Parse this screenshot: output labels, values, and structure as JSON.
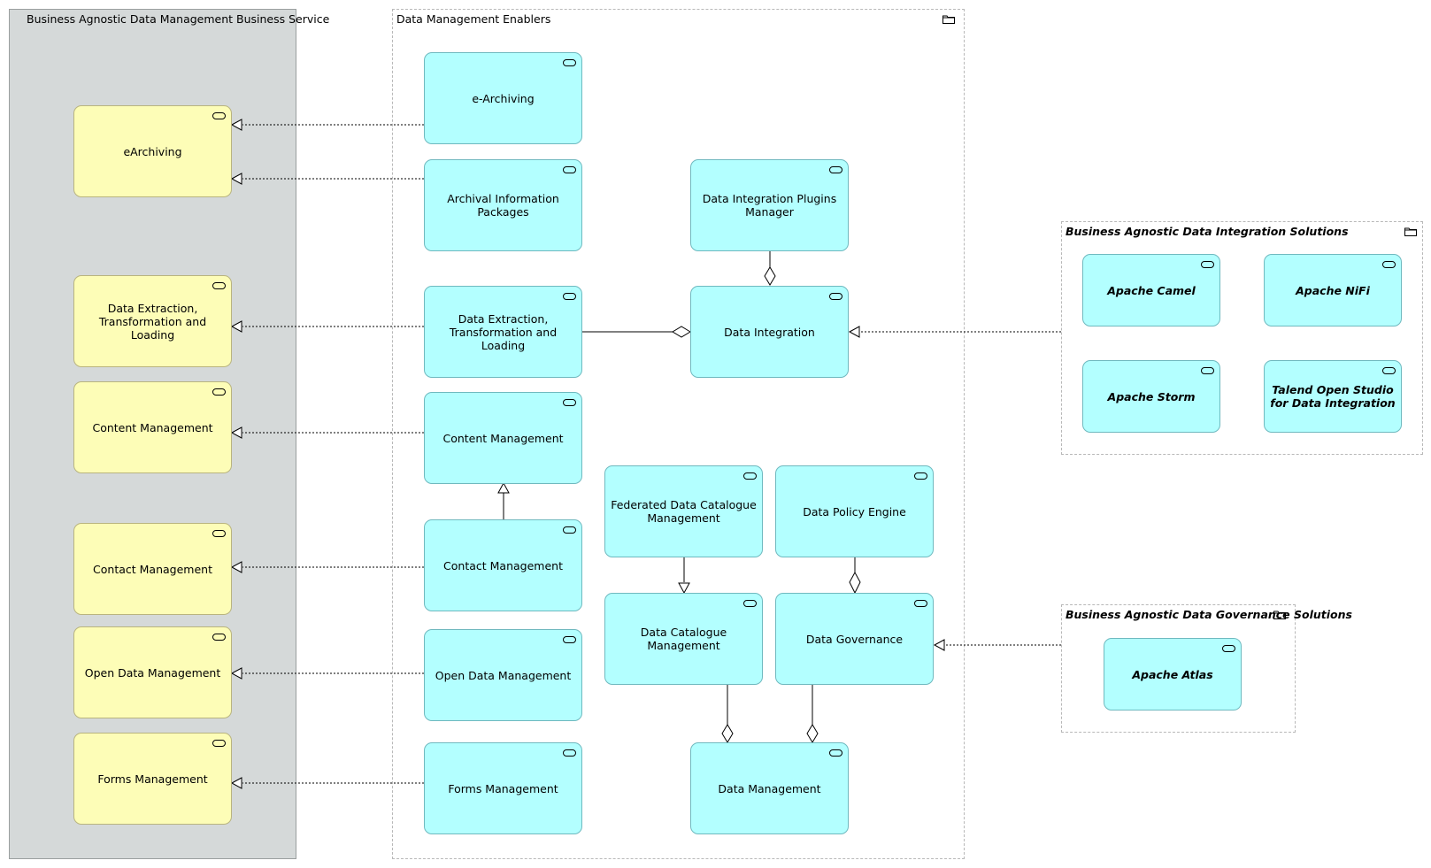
{
  "groups": {
    "business_service": "Business Agnostic Data Management Business Service",
    "enablers": "Data Management Enablers",
    "integration_solutions": "Business Agnostic Data Integration Solutions",
    "governance_solutions": "Business Agnostic Data Governance Solutions"
  },
  "business_services": {
    "earchiving": "eArchiving",
    "etl": "Data Extraction, Transformation and Loading",
    "content": "Content Management",
    "contact": "Contact Management",
    "open_data": "Open Data Management",
    "forms": "Forms Management"
  },
  "enablers": {
    "e_archiving": "e-Archiving",
    "archival_packages": "Archival Information Packages",
    "plugins_manager": "Data Integration Plugins Manager",
    "etl": "Data Extraction, Transformation and Loading",
    "data_integration": "Data Integration",
    "content": "Content Management",
    "federated_catalogue": "Federated Data Catalogue Management",
    "policy_engine": "Data Policy Engine",
    "contact": "Contact Management",
    "catalogue": "Data Catalogue Management",
    "governance": "Data Governance",
    "open_data": "Open Data Management",
    "forms": "Forms Management",
    "data_management": "Data Management"
  },
  "integration_solutions": {
    "camel": "Apache Camel",
    "nifi": "Apache NiFi",
    "storm": "Apache Storm",
    "talend": "Talend Open Studio for Data Integration"
  },
  "governance_solutions": {
    "atlas": "Apache Atlas"
  },
  "colors": {
    "business_fill": "#fdfdb7",
    "application_fill": "#b3ffff",
    "service_group_fill": "#d5d9d9"
  }
}
